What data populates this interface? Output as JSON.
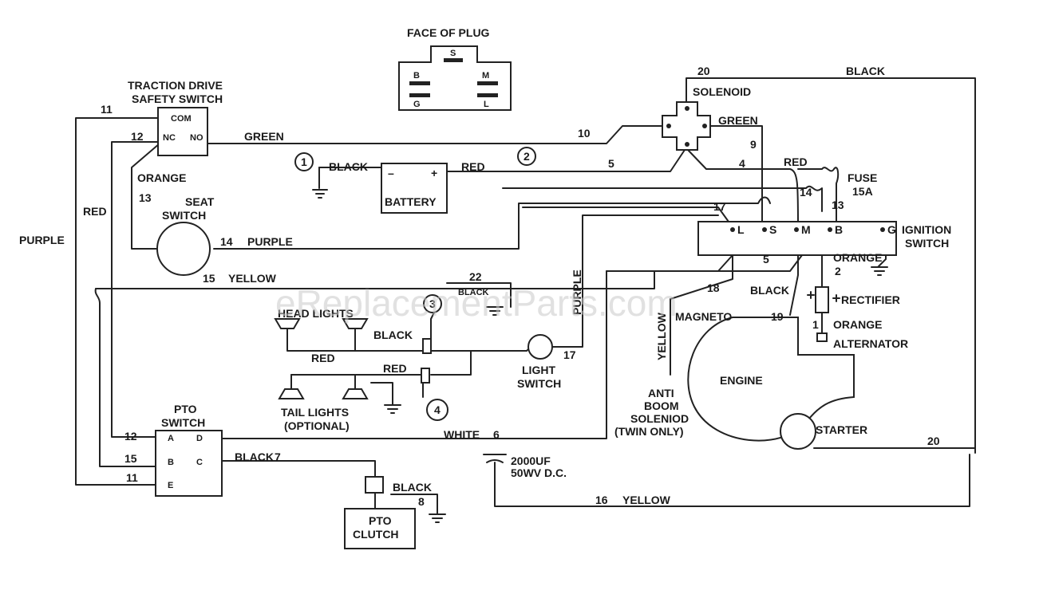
{
  "components": {
    "face_of_plug": "FACE OF PLUG",
    "plug_pins": [
      "S",
      "B",
      "M",
      "G",
      "L"
    ],
    "traction_switch_l1": "TRACTION DRIVE",
    "traction_switch_l2": "SAFETY SWITCH",
    "com": "COM",
    "nc": "NC",
    "no": "NO",
    "solenoid": "SOLENOID",
    "battery": "BATTERY",
    "seat_switch_l1": "SEAT",
    "seat_switch_l2": "SWITCH",
    "fuse_l1": "FUSE",
    "fuse_l2": "15A",
    "ignition_l1": "IGNITION",
    "ignition_l2": "SWITCH",
    "ign_terms": [
      "L",
      "S",
      "M",
      "B",
      "G"
    ],
    "rectifier": "RECTIFIER",
    "alternator": "ALTERNATOR",
    "magneto": "MAGNETO",
    "engine": "ENGINE",
    "starter": "STARTER",
    "head_lights": "HEAD LIGHTS",
    "tail_lights_l1": "TAIL LIGHTS",
    "tail_lights_l2": "(OPTIONAL)",
    "light_switch_l1": "LIGHT",
    "light_switch_l2": "SWITCH",
    "anti_boom_l1": "ANTI",
    "anti_boom_l2": "BOOM",
    "anti_boom_l3": "SOLENIOD",
    "anti_boom_l4": "(TWIN ONLY)",
    "pto_switch_l1": "PTO",
    "pto_switch_l2": "SWITCH",
    "pto_terms": [
      "A",
      "B",
      "E",
      "D",
      "C"
    ],
    "pto_clutch_l1": "PTO",
    "pto_clutch_l2": "CLUTCH",
    "capacitor_l1": "2000UF",
    "capacitor_l2": "50WV D.C.",
    "callouts": [
      "1",
      "2",
      "3",
      "4"
    ]
  },
  "wires": {
    "n1": "1",
    "n2": "2",
    "n4": "4",
    "n5a": "5",
    "n5b": "5",
    "n6": "6",
    "n7": "7",
    "n8": "8",
    "n9": "9",
    "n10": "10",
    "n11a": "11",
    "n11b": "11",
    "n12a": "12",
    "n12b": "12",
    "n13a": "13",
    "n13b": "13",
    "n14a": "14",
    "n14b": "14",
    "n15a": "15",
    "n15b": "15",
    "n16": "16",
    "n17a": "17",
    "n17b": "17",
    "n18": "18",
    "n19": "19",
    "n20a": "20",
    "n20b": "20",
    "n22": "22",
    "green": "GREEN",
    "green2": "GREEN",
    "orange": "ORANGE",
    "orange2": "ORANGE",
    "orange3": "ORANGE",
    "red1": "RED",
    "red2": "RED",
    "red3": "RED",
    "red4": "RED",
    "red5": "RED",
    "purple1": "PURPLE",
    "purple2": "PURPLE",
    "purple3": "PURPLE",
    "black1": "BLACK",
    "black2": "BLACK",
    "black3": "BLACK",
    "black4": "BLACK",
    "black5": "BLACK",
    "black7": "BLACK",
    "black8": "BLACK",
    "yellow1": "YELLOW",
    "yellow2": "YELLOW",
    "yellow3": "YELLOW",
    "white": "WHITE"
  },
  "watermark": "eReplacementParts.com"
}
